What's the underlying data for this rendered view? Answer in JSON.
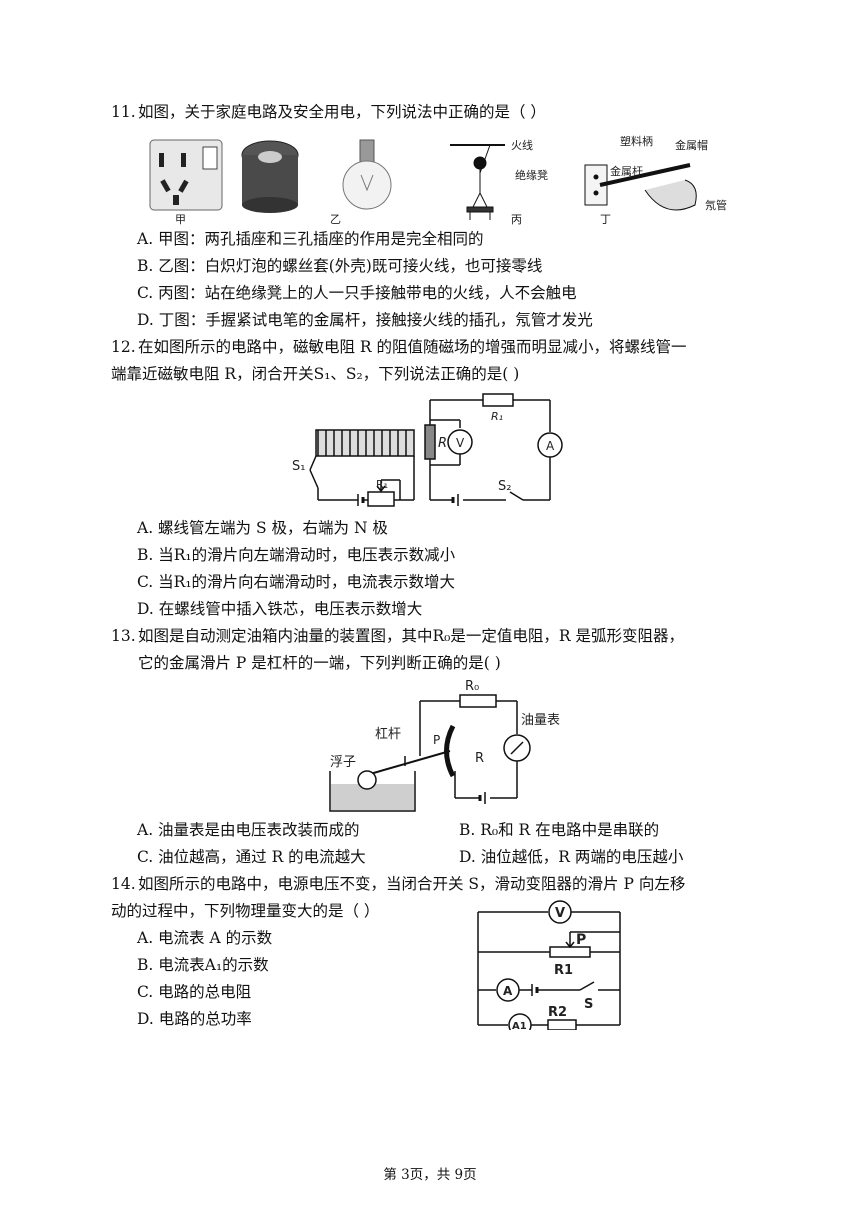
{
  "q11": {
    "num": "11.",
    "stem": "如图，关于家庭电路及安全用电，下列说法中正确的是（    ）",
    "fig_labels": [
      "甲",
      "乙",
      "丙",
      "丁"
    ],
    "fig_bing": {
      "live": "火线",
      "stool": "绝缘凳"
    },
    "fig_ding": {
      "plastic": "塑料柄",
      "cap": "金属帽",
      "rod": "金属杆",
      "neon": "氖管"
    },
    "options": [
      "A.  甲图：两孔插座和三孔插座的作用是完全相同的",
      "B.  乙图：白炽灯泡的螺丝套(外壳)既可接火线，也可接零线",
      "C.  丙图：站在绝缘凳上的人一只手接触带电的火线，人不会触电",
      "D.  丁图：手握紧试电笔的金属杆，接触接火线的插孔，氖管才发光"
    ]
  },
  "q12": {
    "num": "12.",
    "stem1": "在如图所示的电路中，磁敏电阻 R 的阻值随磁场的增强而明显减小，将螺线管一",
    "stem2": "端靠近磁敏电阻 R，闭合开关S₁、S₂，下列说法正确的是(     )",
    "fig": {
      "s1": "S₁",
      "s2": "S₂",
      "r": "R",
      "r1": "R₁",
      "v": "V",
      "a": "A"
    },
    "options": [
      "A.  螺线管左端为 S 极，右端为 N 极",
      "B.  当R₁的滑片向左端滑动时，电压表示数减小",
      "C.  当R₁的滑片向右端滑动时，电流表示数增大",
      "D.  在螺线管中插入铁芯，电压表示数增大"
    ]
  },
  "q13": {
    "num": "13.",
    "stem1": "如图是自动测定油箱内油量的装置图，其中R₀是一定值电阻，R 是弧形变阻器，",
    "stem2": "它的金属滑片 P 是杠杆的一端，下列判断正确的是(              )",
    "fig": {
      "r0": "R₀",
      "lever": "杠杆",
      "p": "P",
      "r": "R",
      "meter": "油量表",
      "float": "浮子"
    },
    "options": [
      "A.  油量表是由电压表改装而成的",
      "B.  R₀和 R 在电路中是串联的",
      "C.  油位越高，通过 R 的电流越大",
      "D.  油位越低，R 两端的电压越小"
    ]
  },
  "q14": {
    "num": "14.",
    "stem1": "如图所示的电路中，电源电压不变，当闭合开关 S，滑动变阻器的滑片 P 向左移",
    "stem2": "动的过程中，下列物理量变大的是（  ）",
    "fig": {
      "v": "V",
      "p": "P",
      "r1": "R1",
      "a": "A",
      "s": "S",
      "a1": "A1",
      "r2": "R2"
    },
    "options": [
      "A.  电流表 A 的示数",
      "B.  电流表A₁的示数",
      "C.  电路的总电阻",
      "D.  电路的总功率"
    ]
  },
  "footer": "第 3页，共 9页"
}
